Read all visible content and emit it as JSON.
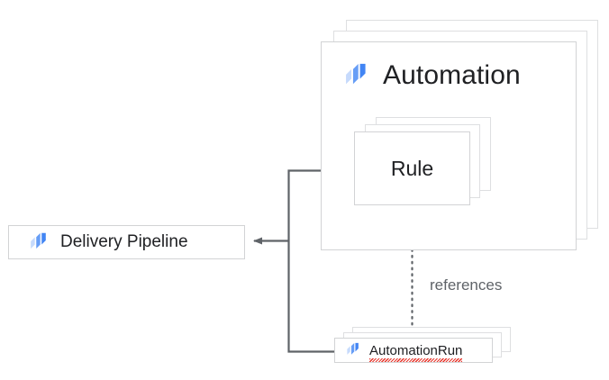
{
  "diagram": {
    "title": "Automation / Delivery Pipeline relationship diagram",
    "nodes": {
      "automation": {
        "label": "Automation",
        "icon": "cloud-deploy-brand-icon",
        "stack_count": 3
      },
      "rule": {
        "label": "Rule",
        "stack_count": 3
      },
      "delivery_pipeline": {
        "label": "Delivery Pipeline",
        "icon": "cloud-deploy-brand-icon",
        "stack_count": 1
      },
      "automation_run": {
        "label": "AutomationRun",
        "icon": "cloud-deploy-brand-icon",
        "stack_count": 3,
        "spellcheck_underline": true
      }
    },
    "edges": [
      {
        "id": "rule-to-delivery-pipeline",
        "from": "rule",
        "to": "delivery_pipeline",
        "label": "",
        "style": "solid",
        "arrow": "single"
      },
      {
        "id": "automationrun-to-delivery-pipeline",
        "from": "automation_run",
        "to": "delivery_pipeline",
        "label": "",
        "style": "solid",
        "arrow": "single"
      },
      {
        "id": "automationrun-references-rule",
        "from": "automation_run",
        "to": "rule",
        "label": "references",
        "style": "dotted",
        "arrow": "single"
      }
    ],
    "colors": {
      "card_border": "#d2d3d5",
      "card_fill": "#ffffff",
      "text_primary": "#202124",
      "text_secondary": "#5f6368",
      "connector": "#5f6368",
      "icon_blue_dark": "#4285f4",
      "icon_blue_mid": "#669df6",
      "icon_blue_light": "#c6dafc",
      "spellcheck_red": "#e8352b",
      "background": "#ffffff"
    }
  }
}
